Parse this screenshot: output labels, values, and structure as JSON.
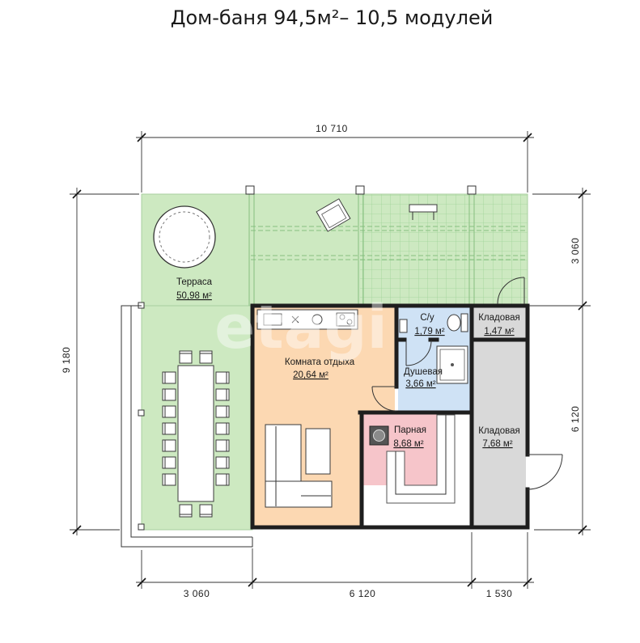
{
  "title": "Дом-баня 94,5м²– 10,5 модулей",
  "watermark": "etagi",
  "dimensions": {
    "overall_width": "10 710",
    "overall_depth": "9 180",
    "right_terrace_depth": "3 060",
    "right_house_depth": "6 120",
    "bottom_terrace_width": "3 060",
    "bottom_house_width": "6 120",
    "bottom_storage_width": "1 530"
  },
  "rooms": {
    "terrace": {
      "name": "Терраса",
      "area": "50,98 м²"
    },
    "rest_room": {
      "name": "Комната отдыха",
      "area": "20,64 м²"
    },
    "wc": {
      "name": "С/у",
      "area": "1,79 м²"
    },
    "storage_small": {
      "name": "Кладовая",
      "area": "1,47 м²"
    },
    "shower": {
      "name": "Душевая",
      "area": "3,66 м²"
    },
    "steam_room": {
      "name": "Парная",
      "area": "8,68 м²"
    },
    "storage_large": {
      "name": "Кладовая",
      "area": "7,68 м²"
    }
  },
  "colors": {
    "terrace": "#cde9c1",
    "terrace_tile_line": "#9fd497",
    "rest_room": "#fcd8b2",
    "wet_zone": "#cfe2f5",
    "steam_room": "#f6c5ca",
    "storage": "#d9d9d9",
    "wall": "#1e1e1e"
  }
}
